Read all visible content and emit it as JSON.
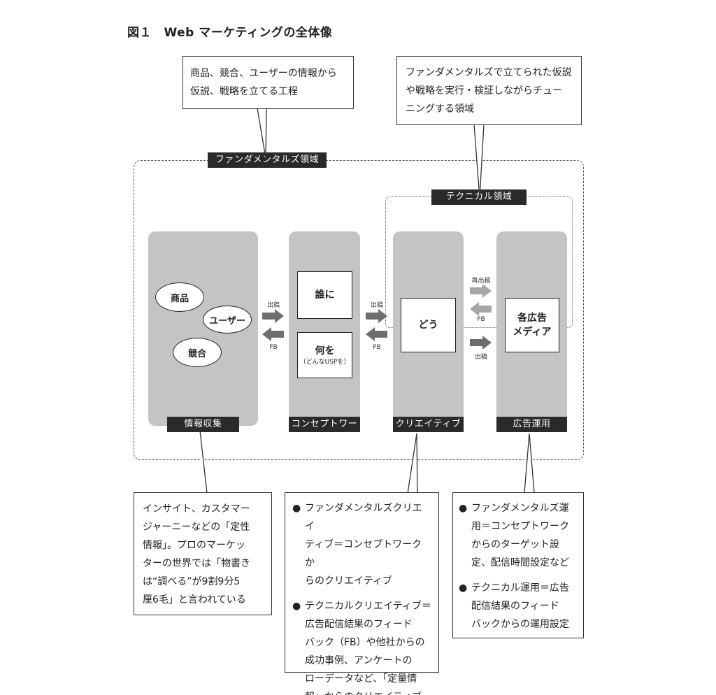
{
  "figure": {
    "title": "図１　Web マーケティングの全体像"
  },
  "callouts": {
    "top_left": {
      "text": "商品、競合、ユーザーの情報から\n仮説、戦略を立てる工程"
    },
    "top_right": {
      "text": "ファンダメンタルズで立てられた仮説\nや戦略を実行・検証しながらチュー\nニングする領域"
    },
    "bottom_info": {
      "text": "インサイト、カスタマー\nジャーニーなどの「定性\n情報」。プロのマーケッ\nターの世界では「物書き\nは“調べる”が9割9分5\n厘6毛」と言われている"
    },
    "bottom_creative": {
      "items": [
        "ファンダメンタルズクリエイ\nティブ＝コンセプトワークか\nらのクリエイティブ",
        "テクニカルクリエイティブ＝\n広告配信結果のフィード\nバック（FB）や他社からの\n成功事例、アンケートの\nローデータなど、「定量情\n報」からのクリエイティブ"
      ]
    },
    "bottom_ads": {
      "items": [
        "ファンダメンタルズ運\n用＝コンセプトワーク\nからのターゲット設\n定、配信時間設定など",
        "テクニカル運用＝広告\n配信結果のフィード\nバックからの運用設定"
      ]
    }
  },
  "regions": {
    "fundamentals": {
      "label": "ファンダメンタルズ領域"
    },
    "technical": {
      "label": "テクニカル領域"
    }
  },
  "columns": {
    "info": {
      "label": "情報収集",
      "ellipses": [
        "商品",
        "ユーザー",
        "競合"
      ]
    },
    "concept": {
      "label": "コンセプトワーク",
      "box_who": "誰に",
      "box_what": "何を",
      "box_what_sub": "（どんなUSPを）"
    },
    "creative": {
      "label": "クリエイティブ",
      "box": "どう"
    },
    "ads": {
      "label": "広告運用",
      "box": "各広告\nメディア"
    }
  },
  "arrows": {
    "out": "出稿",
    "fb": "FB",
    "re_out": "再出稿"
  },
  "colors": {
    "column_fill": "#c4c4c4",
    "label_fill": "#2a2a2a",
    "arrow_dark": "#6e6e6e",
    "arrow_light": "#a6a6a6"
  }
}
